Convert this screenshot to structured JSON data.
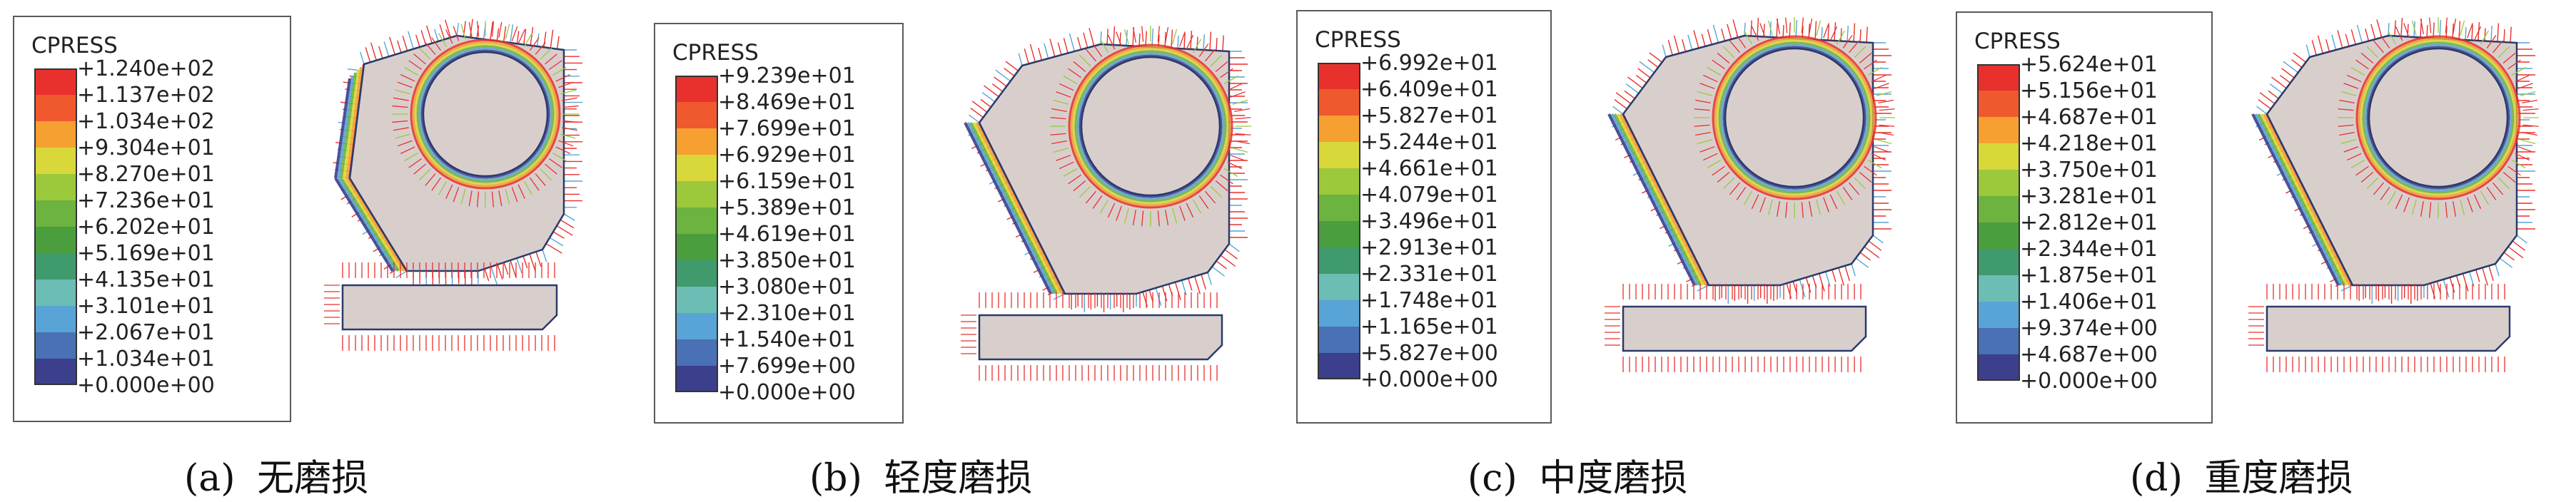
{
  "legend_title": "CPRESS",
  "colors": [
    "#e8302c",
    "#f0582e",
    "#f5a031",
    "#d9d83a",
    "#9cc83c",
    "#6cb33f",
    "#4a9e3d",
    "#3f9a6e",
    "#6cbdb3",
    "#58a4d6",
    "#4a70b5",
    "#3b3f8c"
  ],
  "panels": [
    {
      "caption_label": "(a)",
      "caption_text": "无磨损",
      "ticks": [
        "+1.240e+02",
        "+1.137e+02",
        "+1.034e+02",
        "+9.304e+01",
        "+8.270e+01",
        "+7.236e+01",
        "+6.202e+01",
        "+5.169e+01",
        "+4.135e+01",
        "+3.101e+01",
        "+2.067e+01",
        "+1.034e+01",
        "+0.000e+00"
      ]
    },
    {
      "caption_label": "(b)",
      "caption_text": "轻度磨损",
      "ticks": [
        "+9.239e+01",
        "+8.469e+01",
        "+7.699e+01",
        "+6.929e+01",
        "+6.159e+01",
        "+5.389e+01",
        "+4.619e+01",
        "+3.850e+01",
        "+3.080e+01",
        "+2.310e+01",
        "+1.540e+01",
        "+7.699e+00",
        "+0.000e+00"
      ]
    },
    {
      "caption_label": "(c)",
      "caption_text": "中度磨损",
      "ticks": [
        "+6.992e+01",
        "+6.409e+01",
        "+5.827e+01",
        "+5.244e+01",
        "+4.661e+01",
        "+4.079e+01",
        "+3.496e+01",
        "+2.913e+01",
        "+2.331e+01",
        "+1.748e+01",
        "+1.165e+01",
        "+5.827e+00",
        "+0.000e+00"
      ]
    },
    {
      "caption_label": "(d)",
      "caption_text": "重度磨损",
      "ticks": [
        "+5.624e+01",
        "+5.156e+01",
        "+4.687e+01",
        "+4.218e+01",
        "+3.750e+01",
        "+3.281e+01",
        "+2.812e+01",
        "+2.344e+01",
        "+1.875e+01",
        "+1.406e+01",
        "+9.374e+00",
        "+4.687e+00",
        "+0.000e+00"
      ]
    }
  ]
}
